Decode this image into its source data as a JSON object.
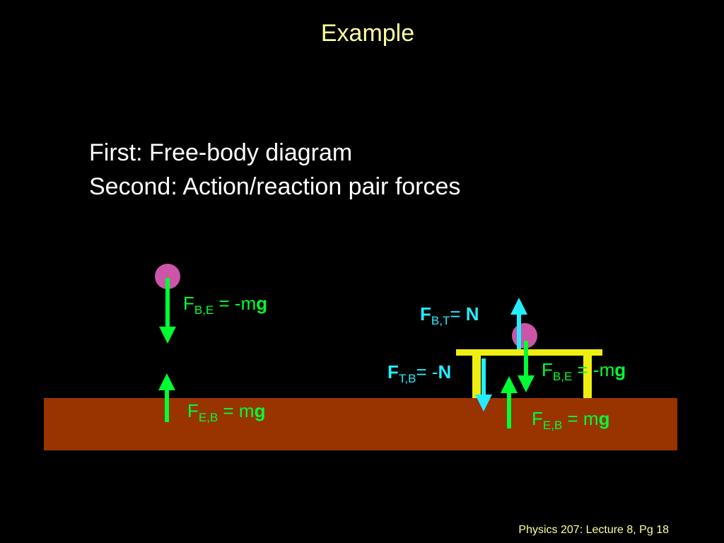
{
  "title": "Example",
  "intro": {
    "line1": "First:  Free-body diagram",
    "line2": "Second: Action/reaction pair forces"
  },
  "labels": {
    "left_fbe": {
      "symbol": "F",
      "sub": "B,E",
      "eq": " = -m",
      "vec": "g"
    },
    "left_feb": {
      "symbol": "F",
      "sub": "E,B",
      "eq": " = m",
      "vec": "g"
    },
    "right_fbt": {
      "symbol": "F",
      "sub": "B,T",
      "eq": "= ",
      "vec": "N"
    },
    "right_ftb": {
      "symbol": "F",
      "sub": "T,B",
      "eq": "= -",
      "vec": "N"
    },
    "right_fbe": {
      "symbol": "F",
      "sub": "B,E",
      "eq": " = -m",
      "vec": "g"
    },
    "right_feb": {
      "symbol": "F",
      "sub": "E,B",
      "eq": " = m",
      "vec": "g"
    }
  },
  "colors": {
    "background": "#000000",
    "title": "#ffff99",
    "ground": "#993300",
    "ball": "#cc55aa",
    "table": "#eeee11",
    "gravity_arrow": "#00ff33",
    "normal_arrow": "#22eeff"
  },
  "footer": "Physics 207: Lecture 8, Pg 18"
}
